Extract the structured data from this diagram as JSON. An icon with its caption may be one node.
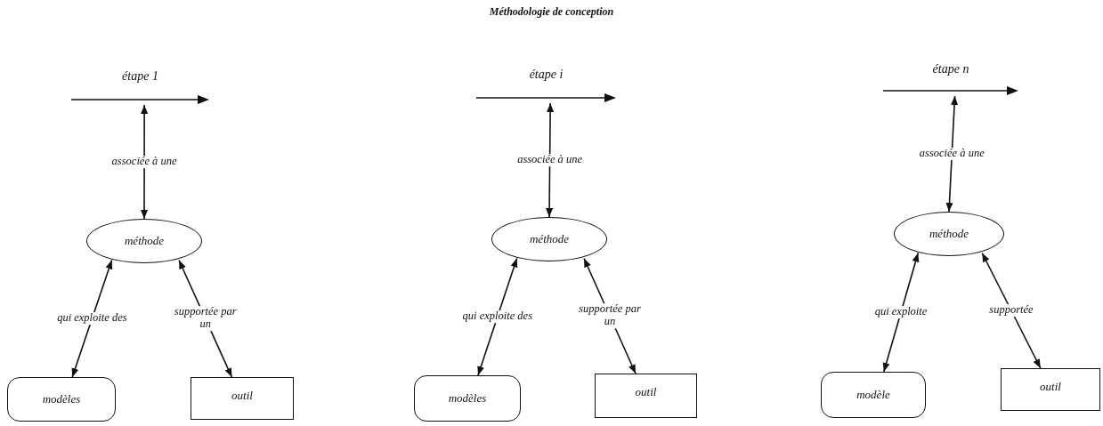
{
  "diagram": {
    "title": "Méthodologie de conception",
    "nodes": [
      {
        "text": [
          "étape 1"
        ]
      },
      {
        "text": [
          "méthode"
        ]
      },
      {
        "text": [
          "modèles"
        ]
      },
      {
        "text": [
          "outil"
        ]
      },
      {
        "text": [
          "étape i"
        ]
      },
      {
        "text": [
          "méthode"
        ]
      },
      {
        "text": [
          "modèles"
        ]
      },
      {
        "text": [
          "outil"
        ]
      },
      {
        "text": [
          "étape n"
        ]
      },
      {
        "text": [
          "méthode"
        ]
      },
      {
        "text": [
          "modèle"
        ]
      },
      {
        "text": [
          "outil"
        ]
      }
    ],
    "edges": [
      {
        "from": 0,
        "to": 1,
        "arrow": "both",
        "label": "associée à une"
      },
      {
        "from": 1,
        "to": 2,
        "arrow": "both",
        "label": "qui exploite des"
      },
      {
        "from": 1,
        "to": 3,
        "arrow": "both",
        "label": "supportée par un"
      },
      {
        "from": 4,
        "to": 5,
        "arrow": "both",
        "label": "associée à une"
      },
      {
        "from": 5,
        "to": 6,
        "arrow": "both",
        "label": "qui exploite des"
      },
      {
        "from": 5,
        "to": 7,
        "arrow": "both",
        "label": "supportée par un"
      },
      {
        "from": 8,
        "to": 9,
        "arrow": "both",
        "label": "associée à une"
      },
      {
        "from": 9,
        "to": 10,
        "arrow": "both",
        "label": "qui exploite"
      },
      {
        "from": 9,
        "to": 11,
        "arrow": "both",
        "label": "supportée"
      }
    ]
  }
}
